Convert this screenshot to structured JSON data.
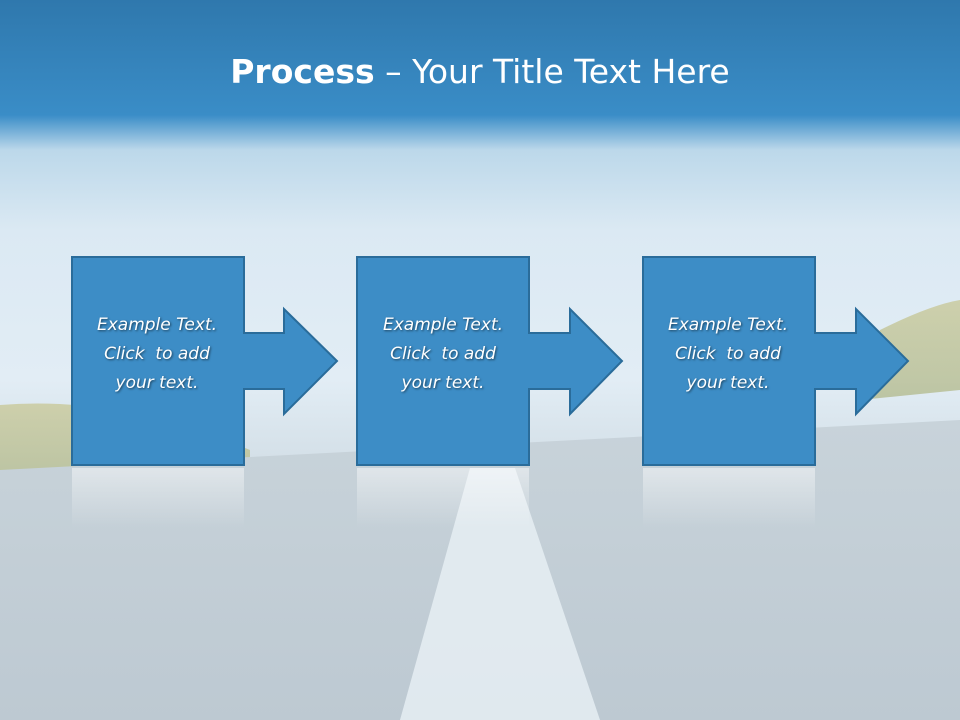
{
  "slide": {
    "title_bold": "Process",
    "title_rest": " – Your Title Text Here"
  },
  "steps": [
    {
      "line1": "Example Text.",
      "line2": "Click  to add",
      "line3": "your text."
    },
    {
      "line1": "Example Text.",
      "line2": "Click  to add",
      "line3": "your text."
    },
    {
      "line1": "Example Text.",
      "line2": "Click  to add",
      "line3": "your text."
    }
  ],
  "colors": {
    "box_fill": "#3d8dc6",
    "box_stroke": "#2a6c9a",
    "title_text": "#ffffff"
  }
}
